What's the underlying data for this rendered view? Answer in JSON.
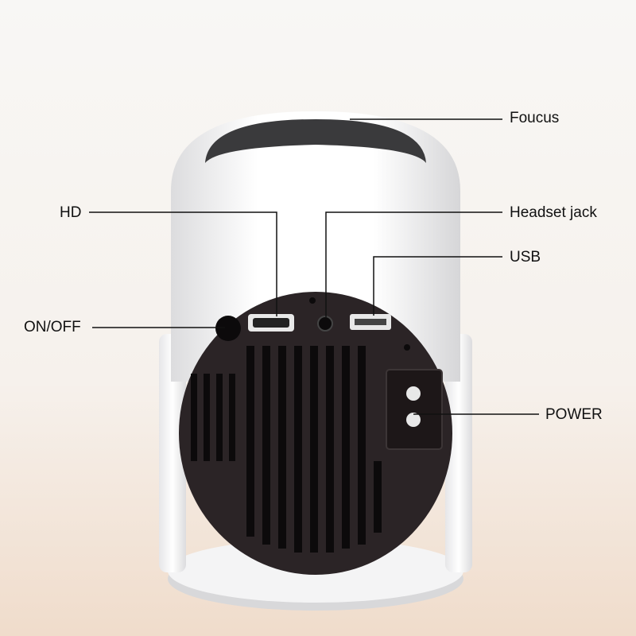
{
  "labels": {
    "focus": "Foucus",
    "hd": "HD",
    "headset_jack": "Headset jack",
    "usb": "USB",
    "on_off": "ON/OFF",
    "power": "POWER"
  },
  "colors": {
    "body": "#ffffff",
    "back_panel": "#2b2426",
    "vent": "#0c0a0b",
    "leader_line": "#111111"
  }
}
